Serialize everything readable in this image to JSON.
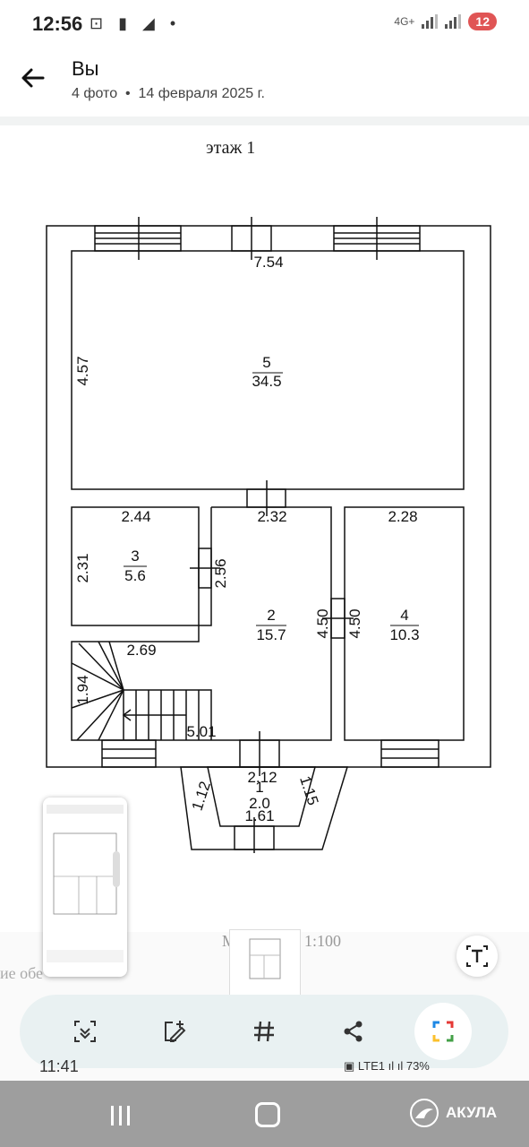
{
  "status_bar": {
    "time": "12:56",
    "icons": "⊡ ▮ ◢ •",
    "network": "4G+",
    "battery": "12"
  },
  "header": {
    "back_icon": "arrow-left-icon",
    "title": "Вы",
    "photo_count": "4 фото",
    "date": "14 февраля 2025 г."
  },
  "plan": {
    "title": "этаж 1",
    "dims": {
      "top": "7.54",
      "left": "4.57",
      "r3_top": "2.44",
      "r3_left": "2.31",
      "r3_right": "2.56",
      "r2_top": "2.32",
      "stair_a": "2.69",
      "stair_left": "1.94",
      "bottom": "5.01",
      "r4_top": "2.28",
      "wall_a": "4.50",
      "wall_b": "4.50",
      "porch_top": "2.12",
      "porch_left": "1.12",
      "porch_right": "1.15",
      "porch_bottom": "1.61"
    },
    "rooms": [
      {
        "num": "5",
        "area": "34.5"
      },
      {
        "num": "3",
        "area": "5.6"
      },
      {
        "num": "2",
        "area": "15.7"
      },
      {
        "num": "4",
        "area": "10.3"
      },
      {
        "num": "1",
        "area": "2.0"
      }
    ],
    "scale_prefix": "M",
    "scale": "1:100",
    "strip_text": "ие обе"
  },
  "fab": {
    "icon": "text-recognition-icon"
  },
  "toolbar": {
    "items": [
      {
        "icon": "scan-icon"
      },
      {
        "icon": "edit-icon"
      },
      {
        "icon": "hashtag-icon"
      },
      {
        "icon": "share-icon"
      },
      {
        "icon": "lens-icon"
      }
    ]
  },
  "peek": {
    "time": "11:41",
    "right": "▣ LTE1 ıl ıl 73%"
  },
  "navbar": {
    "brand": "АКУЛА"
  }
}
